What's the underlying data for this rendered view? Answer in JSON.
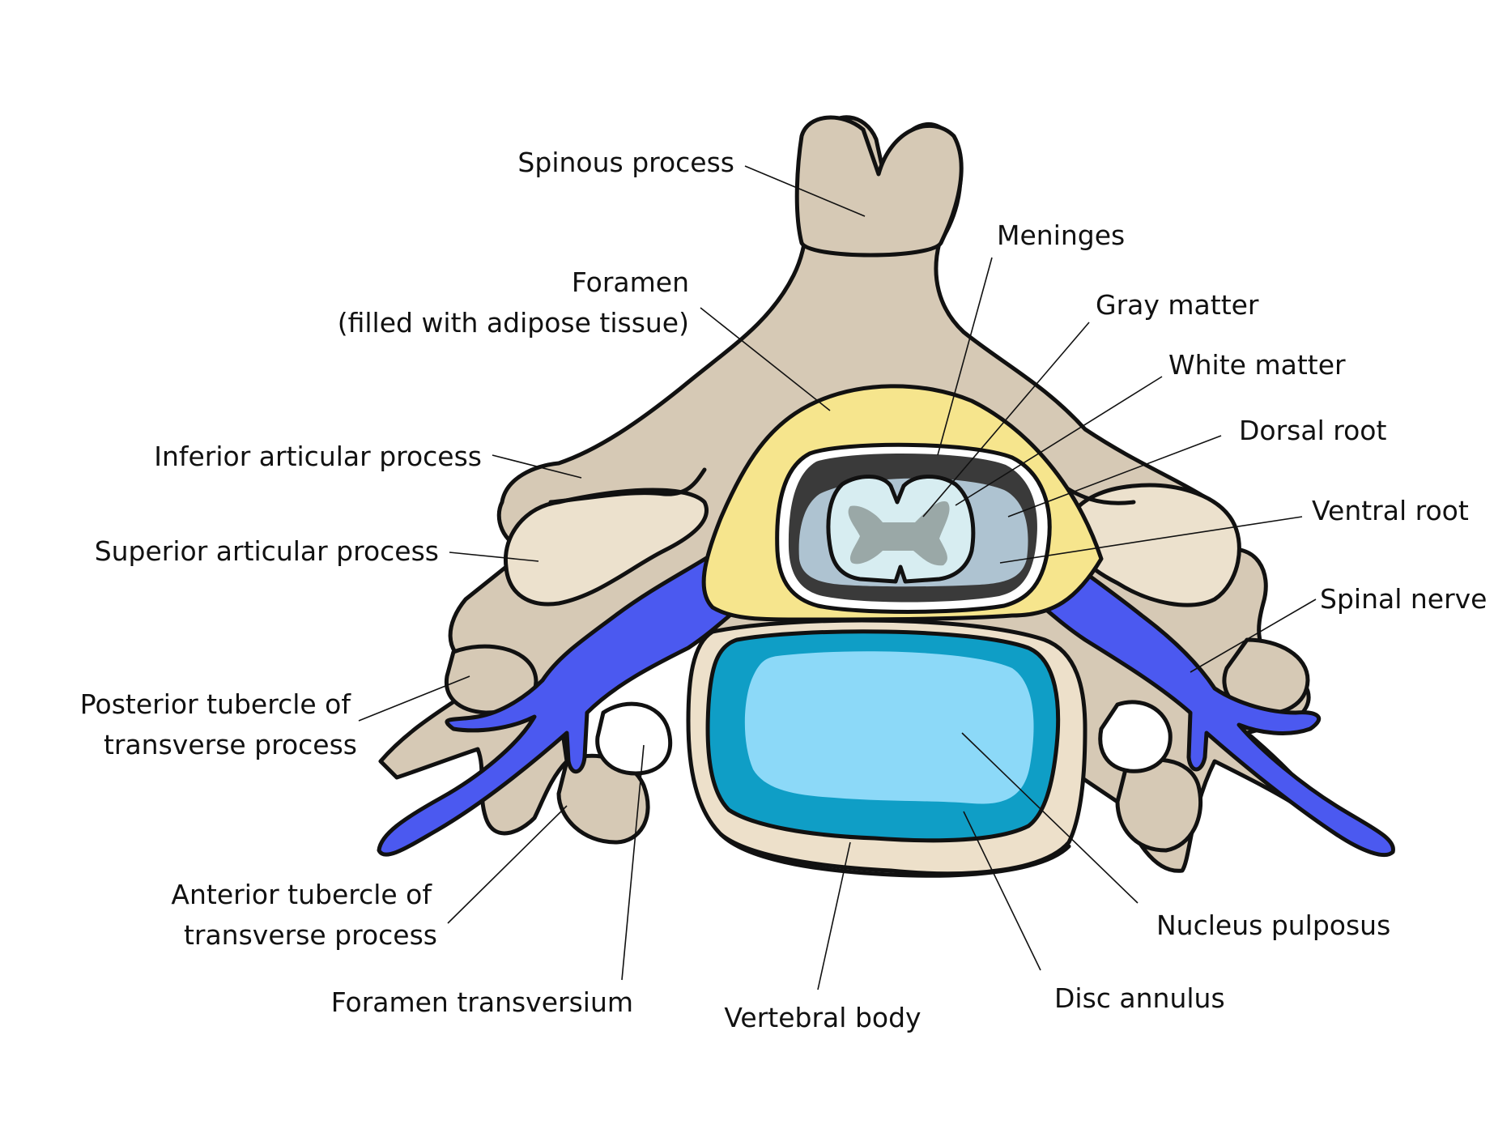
{
  "labels": {
    "spinous_process": "Spinous process",
    "foramen_line1": "Foramen",
    "foramen_line2": "(filled with adipose tissue)",
    "meninges": "Meninges",
    "gray_matter": "Gray matter",
    "white_matter": "White matter",
    "dorsal_root": "Dorsal root",
    "ventral_root": "Ventral root",
    "spinal_nerve": "Spinal nerve",
    "inferior_articular_process": "Inferior articular process",
    "superior_articular_process": "Superior articular process",
    "posterior_tubercle_line1": "Posterior tubercle of",
    "posterior_tubercle_line2": "transverse process",
    "anterior_tubercle_line1": "Anterior tubercle of",
    "anterior_tubercle_line2": "transverse process",
    "foramen_transversium": "Foramen transversium",
    "vertebral_body": "Vertebral body",
    "disc_annulus": "Disc annulus",
    "nucleus_pulposus": "Nucleus pulposus"
  },
  "colors": {
    "bone": "#d6c9b5",
    "bone_light": "#ece1cd",
    "adipose": "#f6e58d",
    "nerve": "#4b59f0",
    "nerve_light": "#8d97f6",
    "meninges_dark": "#3a3a3a",
    "csf": "#aec3d1",
    "white_matter": "#d7edf1",
    "gray_matter": "#9aa8a7",
    "annulus": "#ede0ca",
    "disc_outer": "#0f9ec6",
    "disc_inner": "#8cd9f8",
    "background": "#ffffff"
  }
}
